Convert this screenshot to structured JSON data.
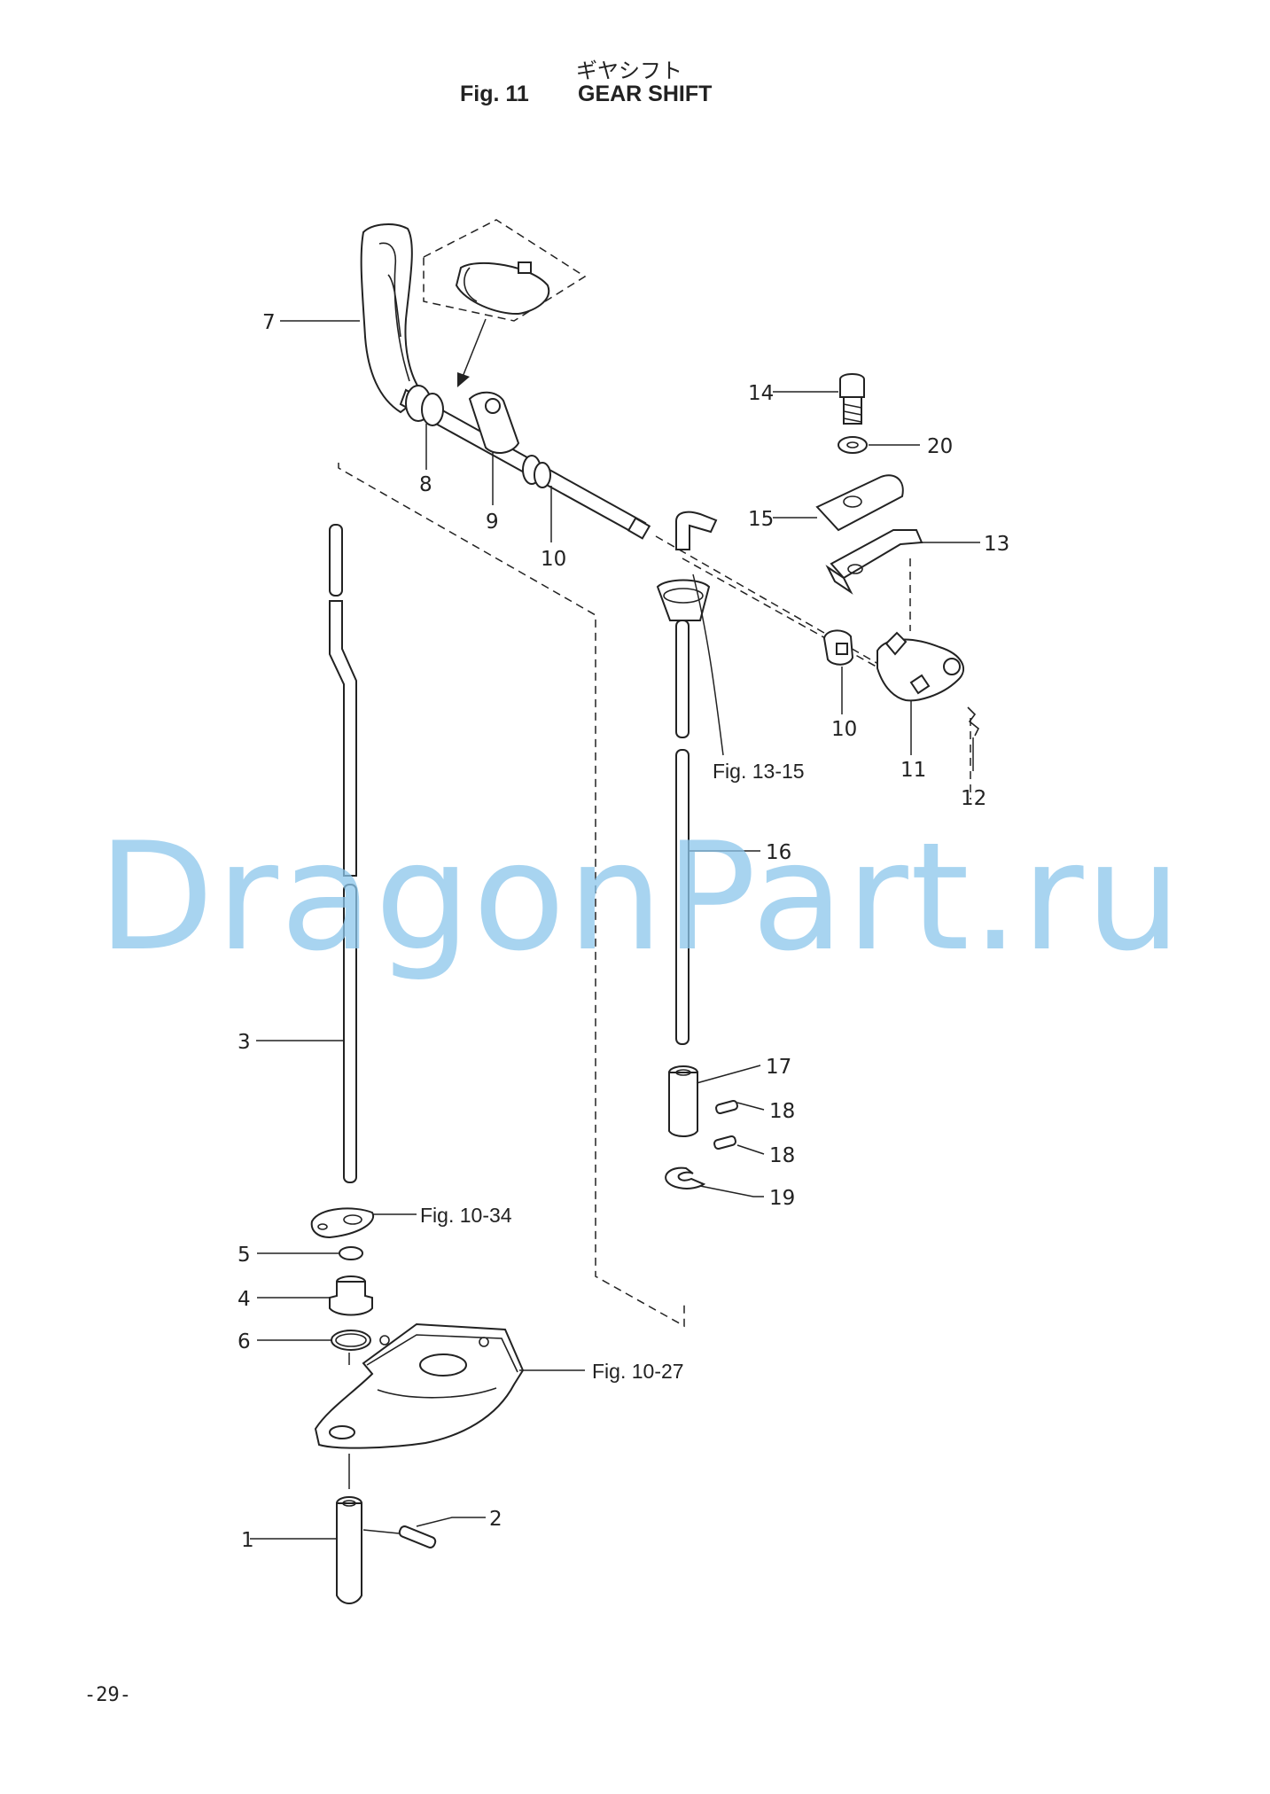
{
  "header": {
    "title_jp": "ギヤシフト",
    "fig_label": "Fig. 11",
    "title_en": "GEAR SHIFT"
  },
  "callouts": {
    "p1": "1",
    "p2": "2",
    "p3": "3",
    "p4": "4",
    "p5": "5",
    "p6": "6",
    "p7": "7",
    "p8": "8",
    "p9": "9",
    "p10a": "10",
    "p10b": "10",
    "p11": "11",
    "p12": "12",
    "p13": "13",
    "p14": "14",
    "p15": "15",
    "p16": "16",
    "p17": "17",
    "p18a": "18",
    "p18b": "18",
    "p19": "19",
    "p20": "20"
  },
  "references": {
    "fig_13_15": "Fig. 13-15",
    "fig_10_34": "Fig. 10-34",
    "fig_10_27": "Fig. 10-27"
  },
  "watermark": "DragonPart.ru",
  "page_number": "-29-",
  "colors": {
    "line": "#222222",
    "watermark": "#8cc6ec"
  }
}
